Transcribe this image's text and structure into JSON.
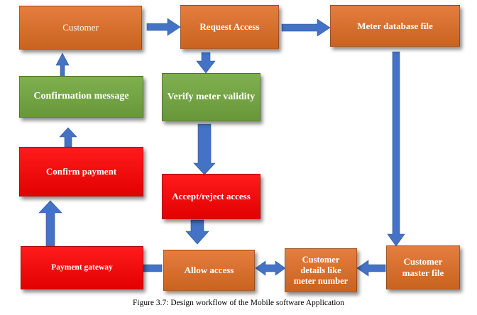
{
  "header_fragment": "",
  "nodes": {
    "customer": "Customer",
    "request_access": "Request Access",
    "meter_database_file": "Meter database file",
    "confirmation_message": "Confirmation message",
    "verify_meter_validity": "Verify meter validity",
    "confirm_payment": "Confirm payment",
    "accept_reject_access": "Accept/reject access",
    "payment_gateway": "Payment gateway",
    "allow_access": "Allow access",
    "customer_details": "Customer details like meter number",
    "customer_master_file": "Customer master file"
  },
  "caption": "Figure 3.7: Design workflow of the Mobile software Application",
  "colors": {
    "orange": "#d9702e",
    "green": "#72a443",
    "red": "#f20000",
    "arrow": "#4472c4"
  }
}
